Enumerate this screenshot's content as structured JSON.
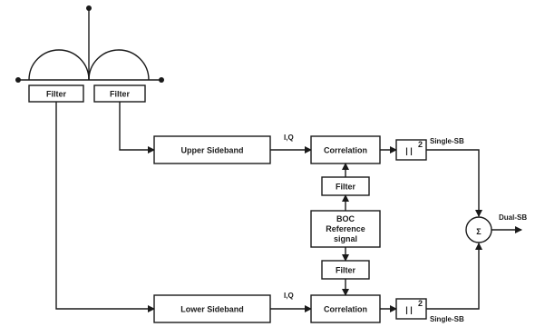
{
  "blocks": {
    "filter_left": "Filter",
    "filter_right": "Filter",
    "upper_sideband": "Upper Sideband",
    "lower_sideband": "Lower Sideband",
    "correlation_upper": "Correlation",
    "correlation_lower": "Correlation",
    "filter_mid_upper": "Filter",
    "filter_mid_lower": "Filter",
    "boc_line1": "BOC",
    "boc_line2": "Reference",
    "boc_line3": "signal",
    "abs_upper": "| |",
    "abs_upper_sup": "2",
    "abs_lower": "| |",
    "abs_lower_sup": "2",
    "sum_symbol": "Σ"
  },
  "labels": {
    "iq_upper": "I,Q",
    "iq_lower": "I,Q",
    "single_sb_upper": "Single-SB",
    "single_sb_lower": "Single-SB",
    "dual_sb": "Dual-SB"
  },
  "colors": {
    "ink": "#1a1a1a",
    "background": "#ffffff"
  }
}
